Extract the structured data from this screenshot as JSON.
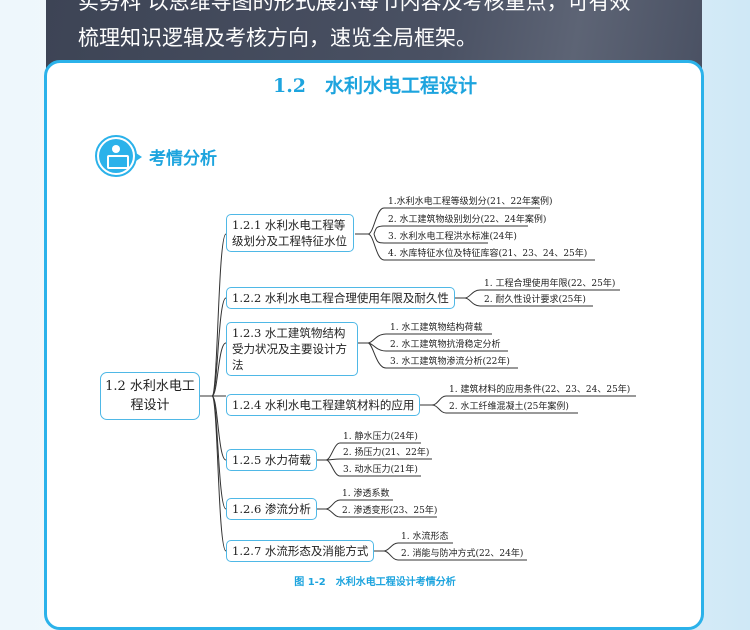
{
  "intro": {
    "line1": "实务科 以思维导图的形式展示每节内容及考核重点，可有效",
    "line2": "梳理知识逻辑及考核方向，速览全局框架。"
  },
  "section_title": "1.2　水利水电工程设计",
  "badge": {
    "icon": "reading-person-icon",
    "label": "考情分析"
  },
  "mindmap": {
    "root": "1.2 水利水电工程设计",
    "branches": [
      {
        "label": "1.2.1 水利水电工程等级划分及工程特征水位",
        "leaves": [
          "1.水利水电工程等级划分(21、22年案例)",
          "2. 水工建筑物级别划分(22、24年案例)",
          "3. 水利水电工程洪水标准(24年)",
          "4. 水库特征水位及特征库容(21、23、24、25年)"
        ]
      },
      {
        "label": "1.2.2 水利水电工程合理使用年限及耐久性",
        "leaves": [
          "1. 工程合理使用年限(22、25年)",
          "2. 耐久性设计要求(25年)"
        ]
      },
      {
        "label": "1.2.3 水工建筑物结构受力状况及主要设计方法",
        "leaves": [
          "1. 水工建筑物结构荷载",
          "2. 水工建筑物抗滑稳定分析",
          "3. 水工建筑物渗流分析(22年)"
        ]
      },
      {
        "label": "1.2.4 水利水电工程建筑材料的应用",
        "leaves": [
          "1. 建筑材料的应用条件(22、23、24、25年)",
          "2. 水工纤维混凝土(25年案例)"
        ]
      },
      {
        "label": "1.2.5 水力荷载",
        "leaves": [
          "1. 静水压力(24年)",
          "2. 扬压力(21、22年)",
          "3. 动水压力(21年)"
        ]
      },
      {
        "label": "1.2.6 渗流分析",
        "leaves": [
          "1. 渗透系数",
          "2. 渗透变形(23、25年)"
        ]
      },
      {
        "label": "1.2.7 水流形态及消能方式",
        "leaves": [
          "1. 水流形态",
          "2. 消能与防冲方式(22、24年)"
        ]
      }
    ]
  },
  "caption": "图 1-2　水利水电工程设计考情分析",
  "colors": {
    "accent": "#1da4de",
    "border": "#2bb2ea",
    "dark_panel": "#454c5e"
  }
}
